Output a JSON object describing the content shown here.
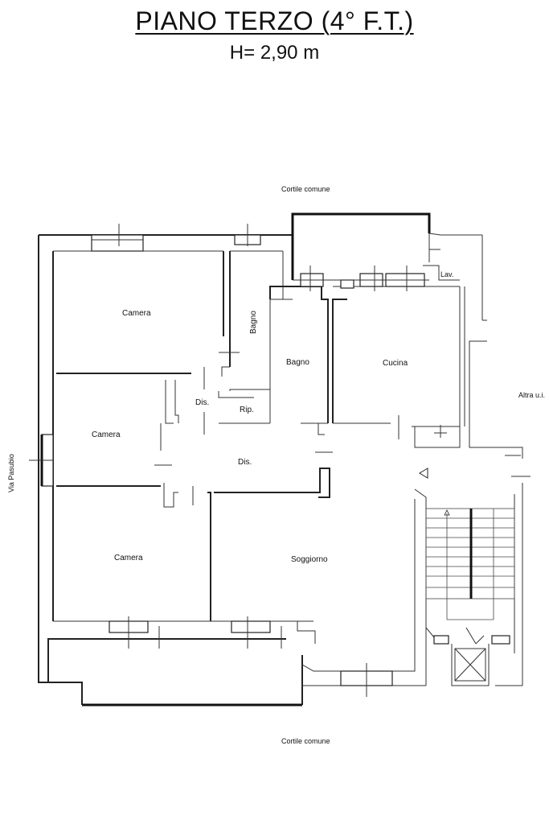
{
  "header": {
    "title": "PIANO TERZO (4°  F.T.)",
    "height_note": "H= 2,90 m"
  },
  "labels": {
    "courtyard_top": "Cortile comune",
    "courtyard_bottom": "Cortile comune",
    "street": "Via Pasubio",
    "other_unit": "Altra u.i.",
    "lav": "Lav."
  },
  "rooms": {
    "camera_1": "Camera",
    "camera_2": "Camera",
    "camera_3": "Camera",
    "bagno_1": "Bagno",
    "bagno_2": "Bagno",
    "cucina": "Cucina",
    "dis_1": "Dis.",
    "dis_2": "Dis.",
    "rip": "Rip.",
    "soggiorno": "Soggiorno"
  }
}
